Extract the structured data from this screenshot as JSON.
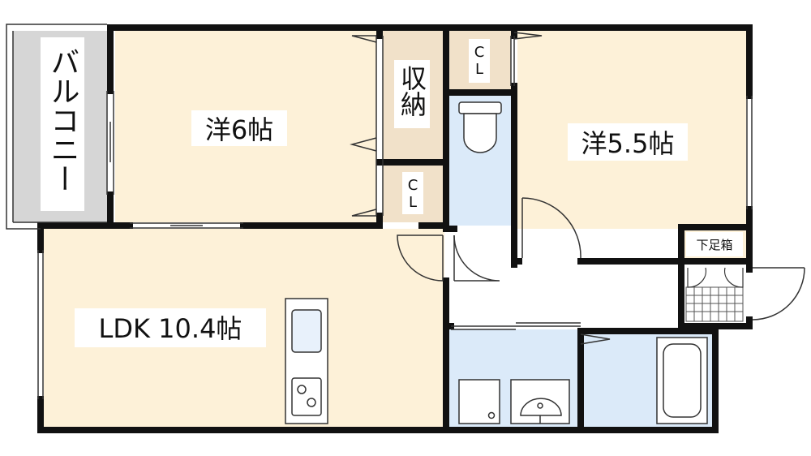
{
  "rooms": {
    "balcony": "バルコニー",
    "western_6": "洋6帖",
    "storage": "収納",
    "closet_upper": "CL",
    "closet_lower": "CL",
    "western_5_5": "洋5.5帖",
    "shoe_box": "下足箱",
    "ldk": "LDK 10.4帖"
  },
  "colors": {
    "room_fill": "#fdf1d8",
    "closet_fill": "#f1e1c9",
    "wet_fill": "#dbeaf9",
    "balcony_fill": "#d6d6d6",
    "wall": "#111111",
    "floor_hall": "#ffffff"
  }
}
